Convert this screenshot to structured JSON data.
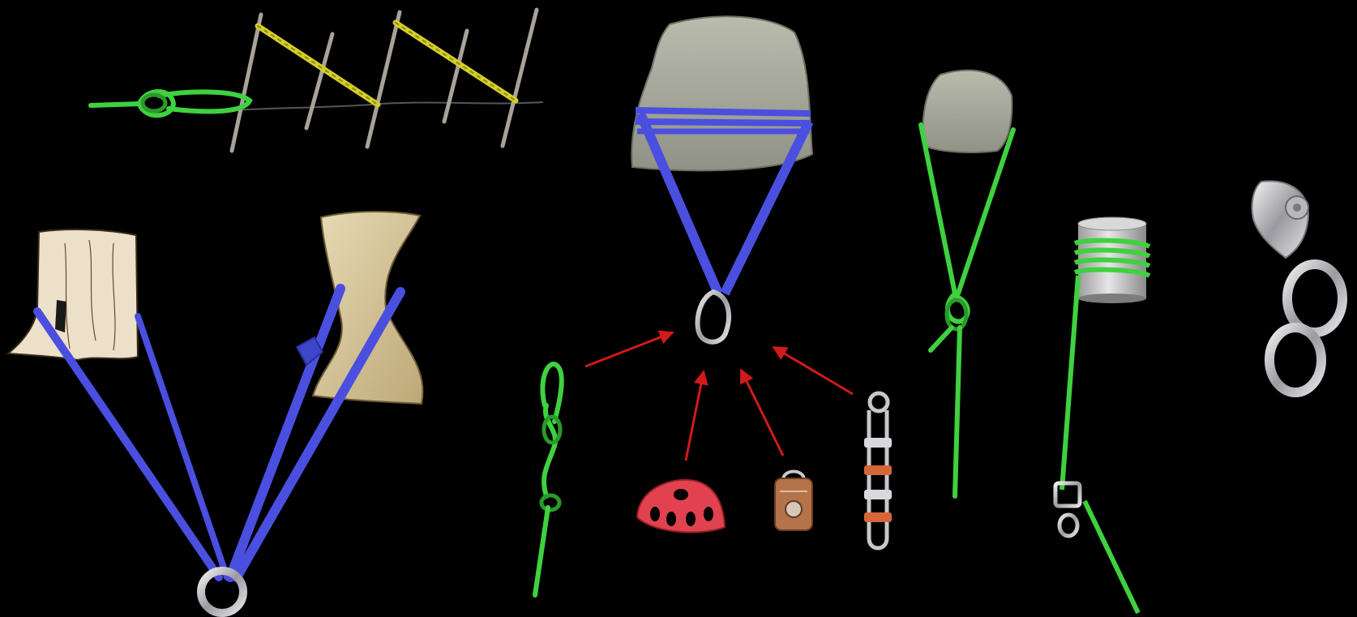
{
  "colors": {
    "background": "#000000",
    "webbing": "#4a4fe0",
    "rope_green": "#3fd13f",
    "rope_yellow": "#d4cf2a",
    "arrow_red": "#d11a1a",
    "rock": "#a9ab9c",
    "stump": "#ece0c8",
    "boulder_tan": "#d9c49a",
    "steel": "#c8c8cc",
    "rack_red": "#e2424f",
    "pulley_copper": "#b5734a"
  },
  "figures": [
    {
      "id": "picket-anchor",
      "icon": "picket-anchor-icon"
    },
    {
      "id": "natural-anchor-sling",
      "icon": "stump-boulder-anchor-icon"
    },
    {
      "id": "rock-sling",
      "icon": "rock-sling-icon"
    },
    {
      "id": "attachment-options",
      "icon": "red-arrow-icon",
      "items": [
        "figure-eight-loop",
        "rigging-plate",
        "pulley",
        "rack"
      ]
    },
    {
      "id": "rock-rope-wrap",
      "icon": "rock-figure-eight-icon"
    },
    {
      "id": "tensionless-hitch",
      "icon": "cylinder-wrap-icon"
    },
    {
      "id": "bolt-hanger-rings",
      "icon": "bolt-ring-icon"
    }
  ]
}
